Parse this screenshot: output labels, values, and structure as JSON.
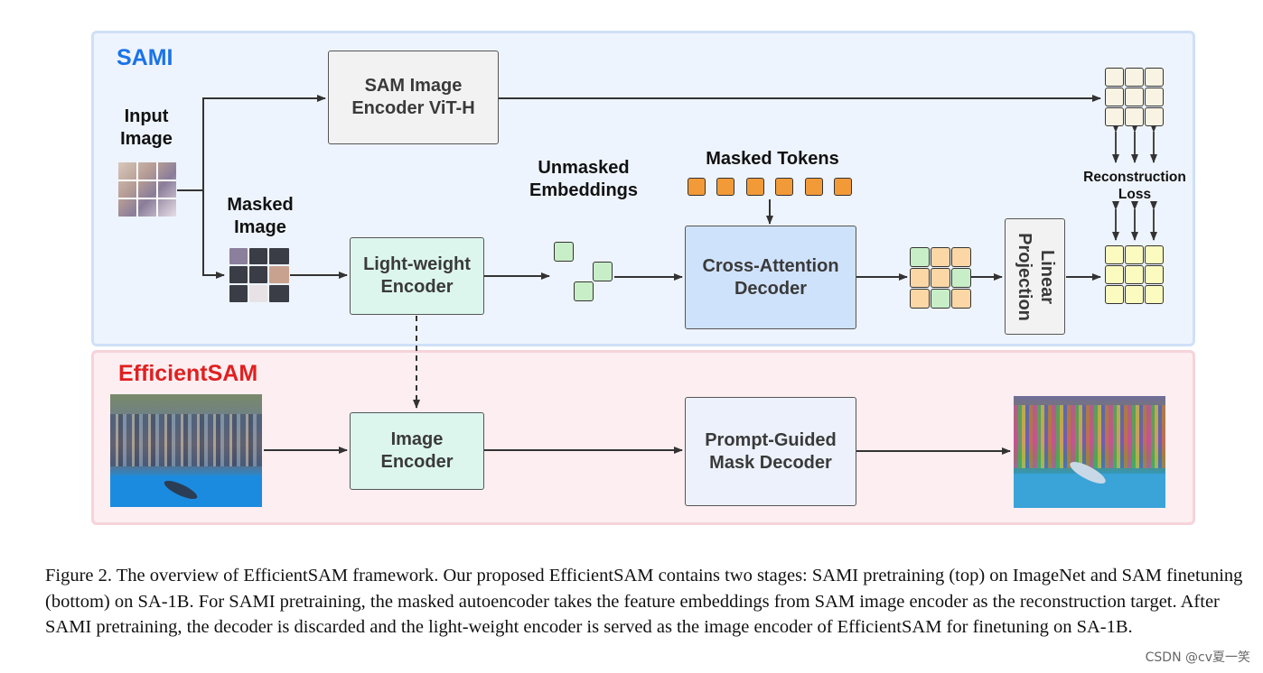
{
  "sami": {
    "title": "SAMI",
    "input_image_label": "Input\nImage",
    "masked_image_label": "Masked\nImage",
    "sam_encoder_label": "SAM Image\nEncoder ViT-H",
    "light_encoder_label": "Light-weight\nEncoder",
    "unmasked_embeddings_label": "Unmasked\nEmbeddings",
    "masked_tokens_label": "Masked Tokens",
    "cross_attention_label": "Cross-Attention\nDecoder",
    "linear_projection_label": "Linear\nProjection",
    "reconstruction_loss_label": "Reconstruction\nLoss"
  },
  "efficientsam": {
    "title": "EfficientSAM",
    "image_encoder_label": "Image\nEncoder",
    "prompt_decoder_label": "Prompt-Guided\nMask Decoder"
  },
  "colors": {
    "sami_title": "#1a73e8",
    "efficientsam_title": "#e02020",
    "token_orange": "#f29a38",
    "embedding_green": "#c8eec8",
    "feature_cream": "#f8f3e2",
    "feature_yellow": "#fbfbc0",
    "feature_orange": "#fbd7a6",
    "light_encoder_fill": "#dcf6ee",
    "cross_attention_fill": "#cfe2fb"
  },
  "caption": "Figure 2. The overview of EfficientSAM framework. Our proposed EfficientSAM contains two stages: SAMI pretraining (top) on ImageNet and SAM finetuning (bottom) on SA-1B. For SAMI pretraining, the masked autoencoder takes the feature embeddings from SAM image encoder as the reconstruction target. After SAMI pretraining, the decoder is discarded and the light-weight encoder is served as the image encoder of EfficientSAM for finetuning on SA-1B.",
  "watermark": "CSDN @cv夏一笑"
}
